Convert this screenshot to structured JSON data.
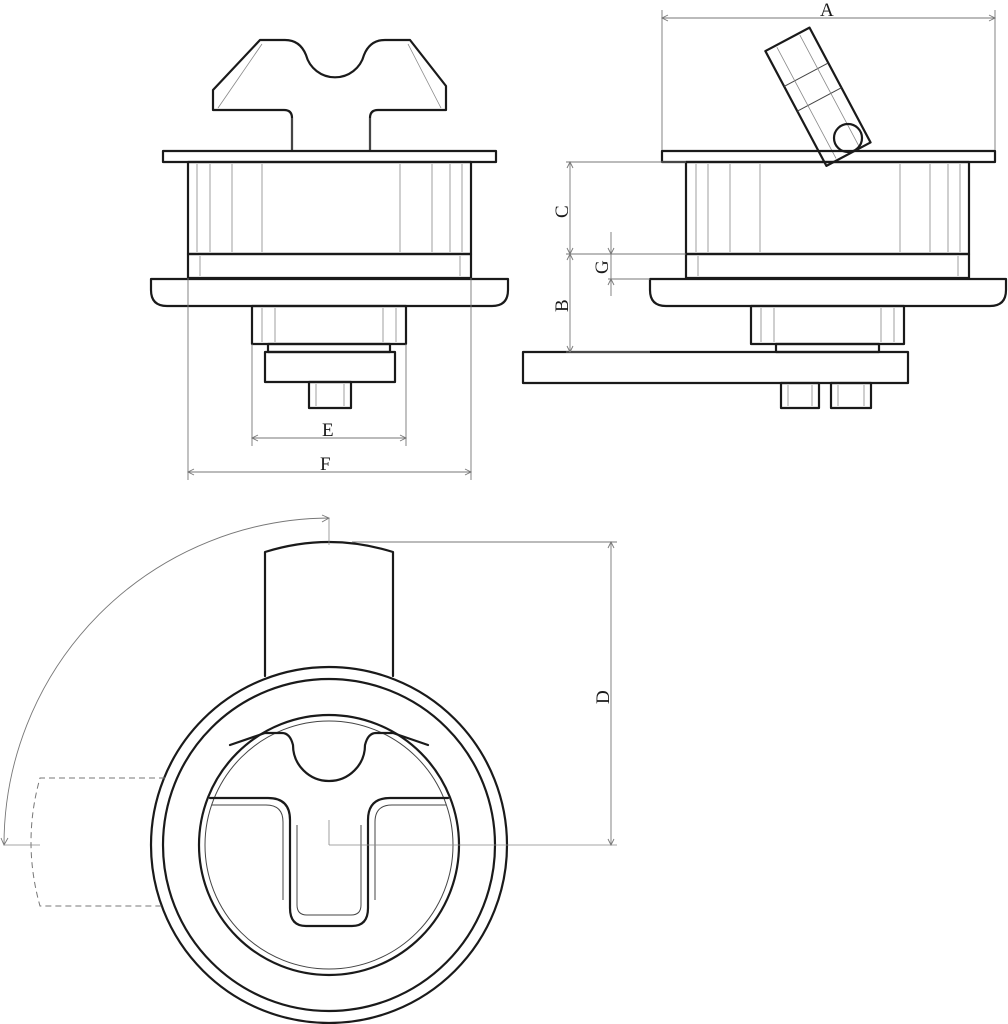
{
  "labels": {
    "A": "A",
    "B": "B",
    "C": "C",
    "D": "D",
    "E": "E",
    "F": "F",
    "G": "G"
  }
}
